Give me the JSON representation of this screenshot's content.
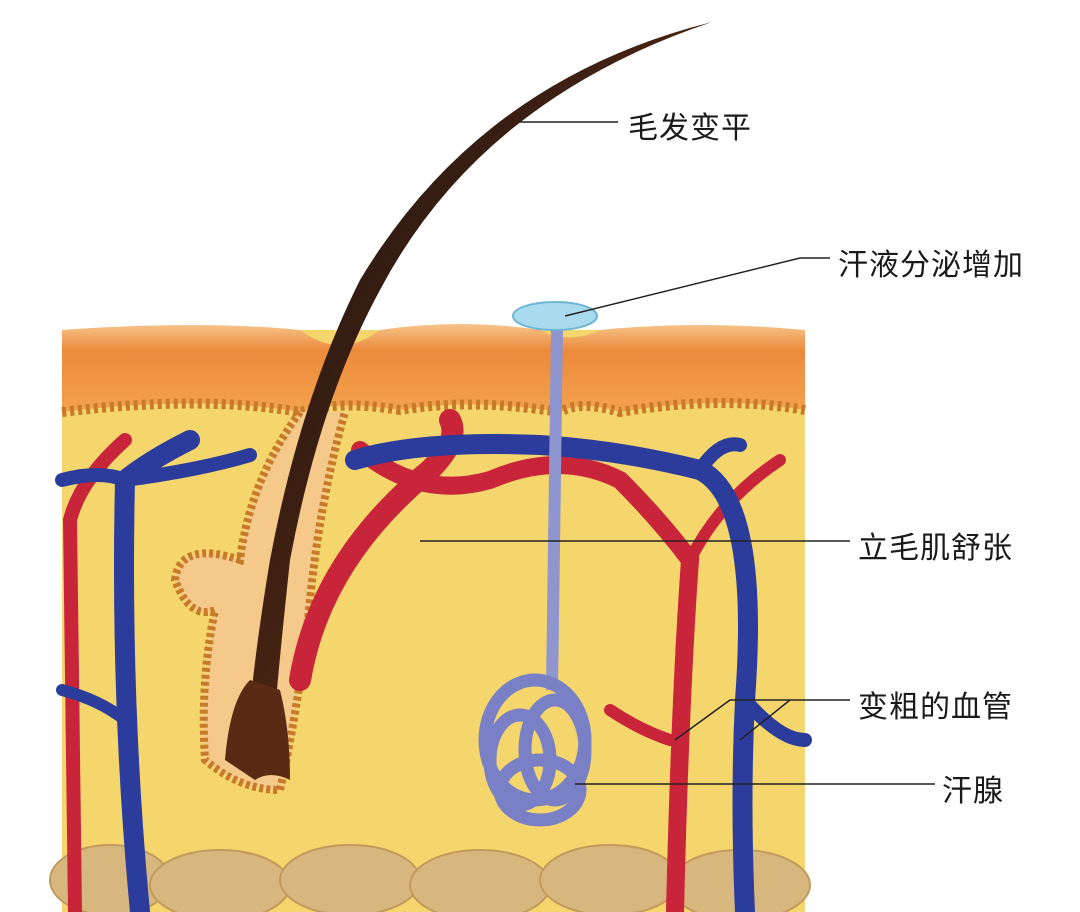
{
  "title": "Skin response diagram",
  "labels": {
    "hair": "毛发变平",
    "sweat": "汗液分泌增加",
    "muscle": "立毛肌舒张",
    "vessels": "变粗的血管",
    "gland": "汗腺"
  },
  "colors": {
    "epidermis": "#e9803a",
    "dermis": "#f4d76a",
    "hair": "#5a2a14",
    "artery": "#c8243a",
    "vein": "#2b3c9c",
    "gland": "#8e95cf",
    "fat": "#d6b77c"
  }
}
